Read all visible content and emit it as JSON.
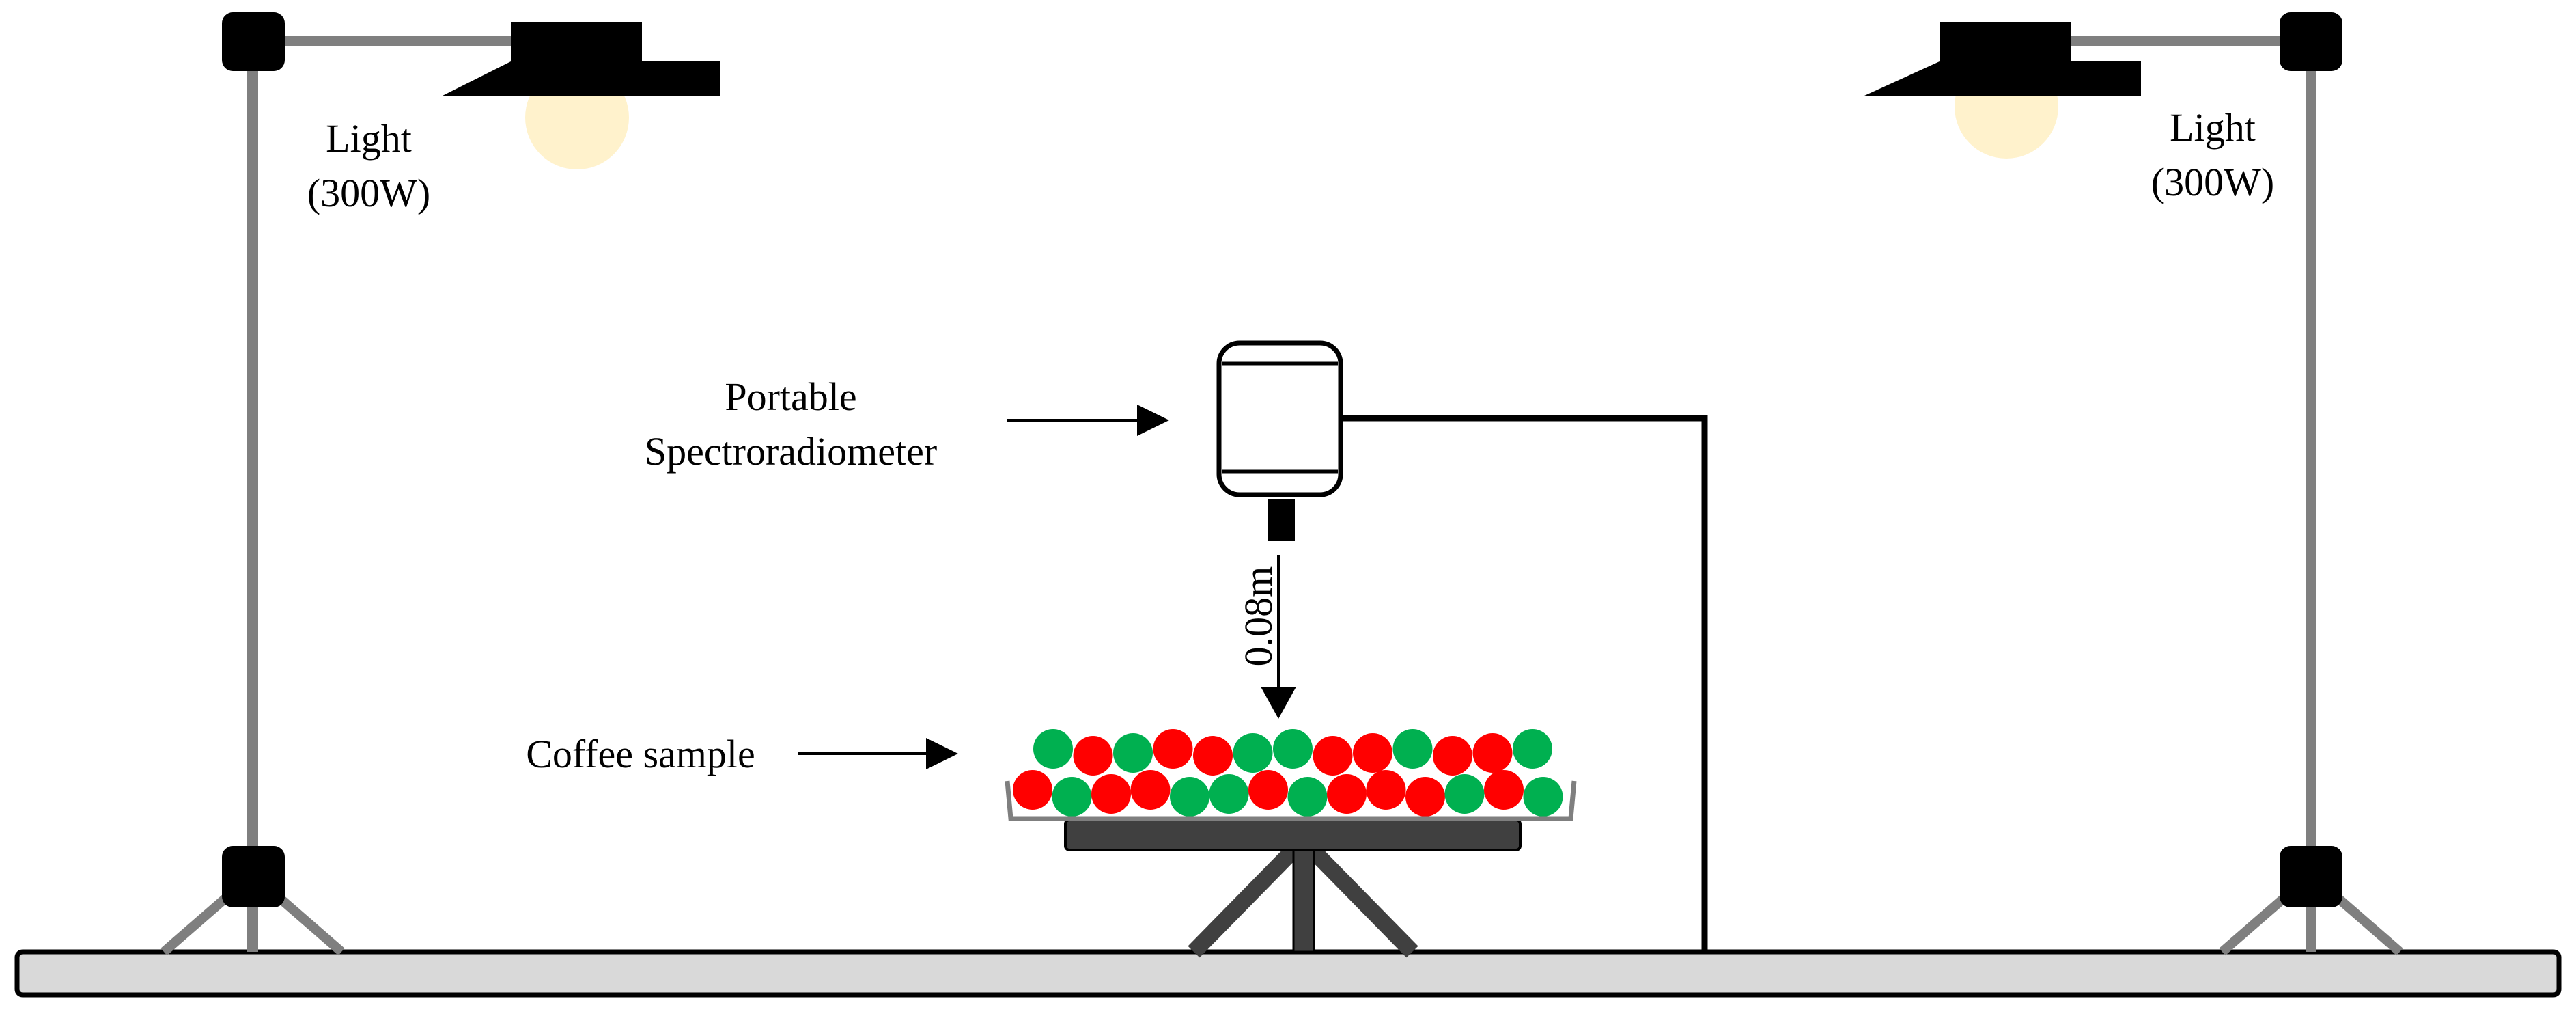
{
  "labels": {
    "left_light_line1": "Light",
    "left_light_line2": "(300W)",
    "right_light_line1": "Light",
    "right_light_line2": "(300W)",
    "device_line1": "Portable",
    "device_line2": "Spectroradiometer",
    "distance": "0.08m",
    "sample": "Coffee sample"
  },
  "colors": {
    "pole": "#7f7f7f",
    "joint": "#000000",
    "bulb": "#fff2cc",
    "floor": "#d9d9d9",
    "cherry_red": "#ff0000",
    "cherry_green": "#00b050",
    "table": "#404040",
    "line": "#000000"
  },
  "cherries": {
    "top_row": [
      "green",
      "red",
      "green",
      "red",
      "red",
      "green",
      "green",
      "red",
      "red",
      "green",
      "red",
      "red",
      "green"
    ],
    "bottom_row": [
      "red",
      "green",
      "red",
      "red",
      "green",
      "green",
      "red",
      "green",
      "red",
      "red",
      "red",
      "green",
      "red",
      "green"
    ]
  }
}
